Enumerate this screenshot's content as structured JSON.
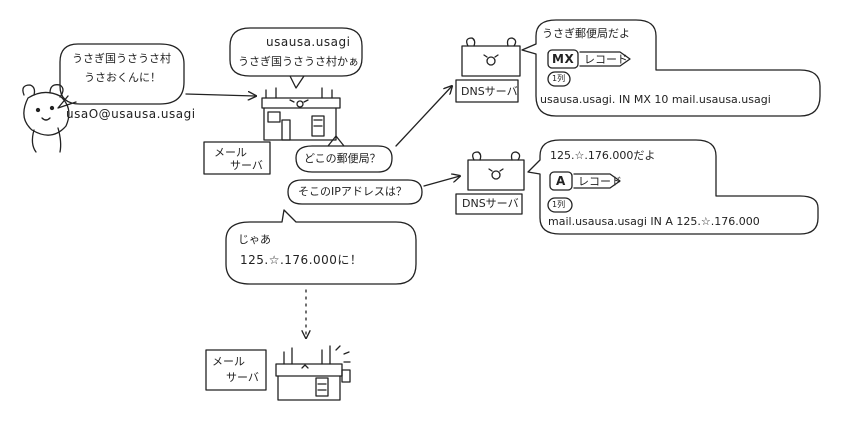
{
  "user": {
    "bubble_lines": [
      "うさぎ国うさうさ村",
      "うさおくんに！"
    ],
    "address": "usaO@usausa.usagi"
  },
  "sender_server": {
    "bubble_lines": [
      "usausa.usagi",
      "うさぎ国うさうさ村かぁ"
    ],
    "label_lines": [
      "メール",
      "サーバ"
    ],
    "question_post_office": "どこの郵便局？",
    "question_ip": "そこのIPアドレスは？"
  },
  "dns_top": {
    "label": "DNSサーバ",
    "bubble_line1": "うさぎ郵便局だよ",
    "record_type": "MX",
    "record_suffix": "レコード",
    "example_badge": "1列",
    "record": "usausa.usagi. IN MX 10 mail.usausa.usagi"
  },
  "dns_bottom": {
    "label": "DNSサーバ",
    "bubble_line1": "125.☆.176.000だよ",
    "record_type": "A",
    "record_suffix": "レコード",
    "example_badge": "1列",
    "record": "mail.usausa.usagi IN A 125.☆.176.000"
  },
  "reply": {
    "bubble_lines": [
      "じゃあ",
      "125.☆.176.000に！"
    ]
  },
  "receiver_server": {
    "label_lines": [
      "メール",
      "サーバ"
    ]
  }
}
